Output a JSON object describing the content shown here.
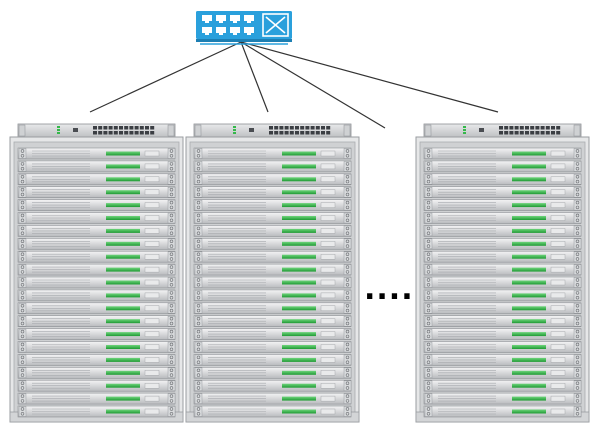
{
  "diagram": {
    "type": "network-topology",
    "core_switch": {
      "icon": "network-switch-icon",
      "ports": 8,
      "color": "#2aa0dc"
    },
    "racks": [
      {
        "id": "rack-1",
        "units": 21,
        "tor_switch": true
      },
      {
        "id": "rack-2",
        "units": 21,
        "tor_switch": true
      },
      {
        "id": "rack-3",
        "units": 21,
        "tor_switch": true
      }
    ],
    "ellipsis": "....",
    "links_from_core": 4,
    "colors": {
      "led": "#35b84a",
      "rack_frame": "#d9dadc",
      "link": "#333333",
      "switch": "#2aa0dc"
    }
  }
}
